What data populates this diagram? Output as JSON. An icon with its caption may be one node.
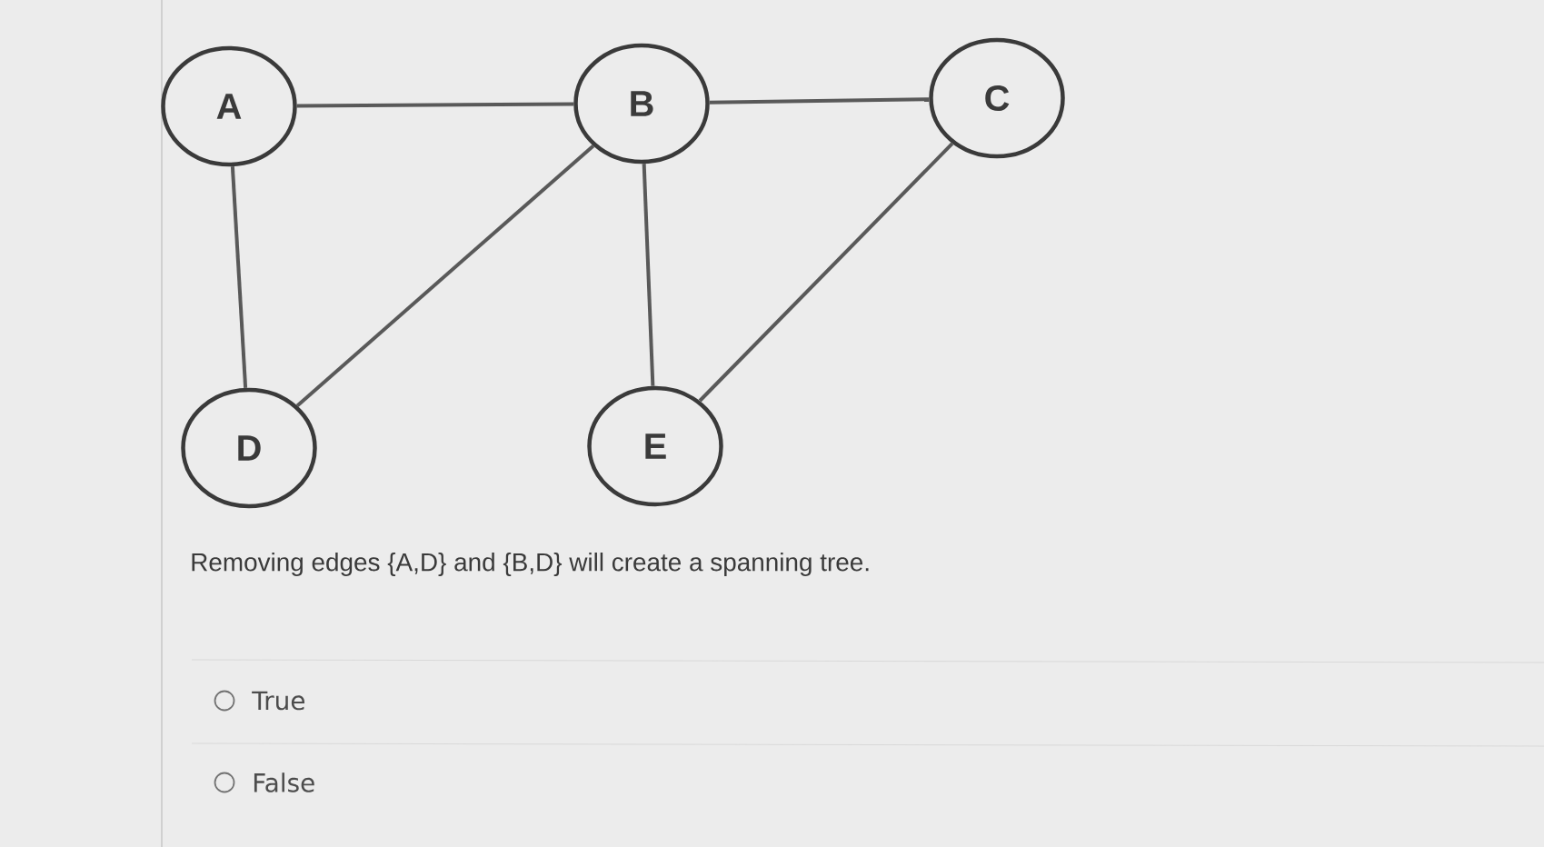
{
  "diagram": {
    "nodes": [
      {
        "text": [
          "A"
        ]
      },
      {
        "text": [
          "B"
        ]
      },
      {
        "text": [
          "C"
        ]
      },
      {
        "text": [
          "D"
        ]
      },
      {
        "text": [
          "E"
        ]
      }
    ],
    "edges": [
      {
        "from": 0,
        "to": 1,
        "arrow": "none"
      },
      {
        "from": 1,
        "to": 2,
        "arrow": "none"
      },
      {
        "from": 0,
        "to": 3,
        "arrow": "none"
      },
      {
        "from": 1,
        "to": 3,
        "arrow": "none"
      },
      {
        "from": 1,
        "to": 4,
        "arrow": "none"
      },
      {
        "from": 2,
        "to": 4,
        "arrow": "none"
      }
    ],
    "labels": [
      "Removing edges {A,D} and {B,D} will create a spanning tree.",
      "True",
      "False"
    ]
  }
}
